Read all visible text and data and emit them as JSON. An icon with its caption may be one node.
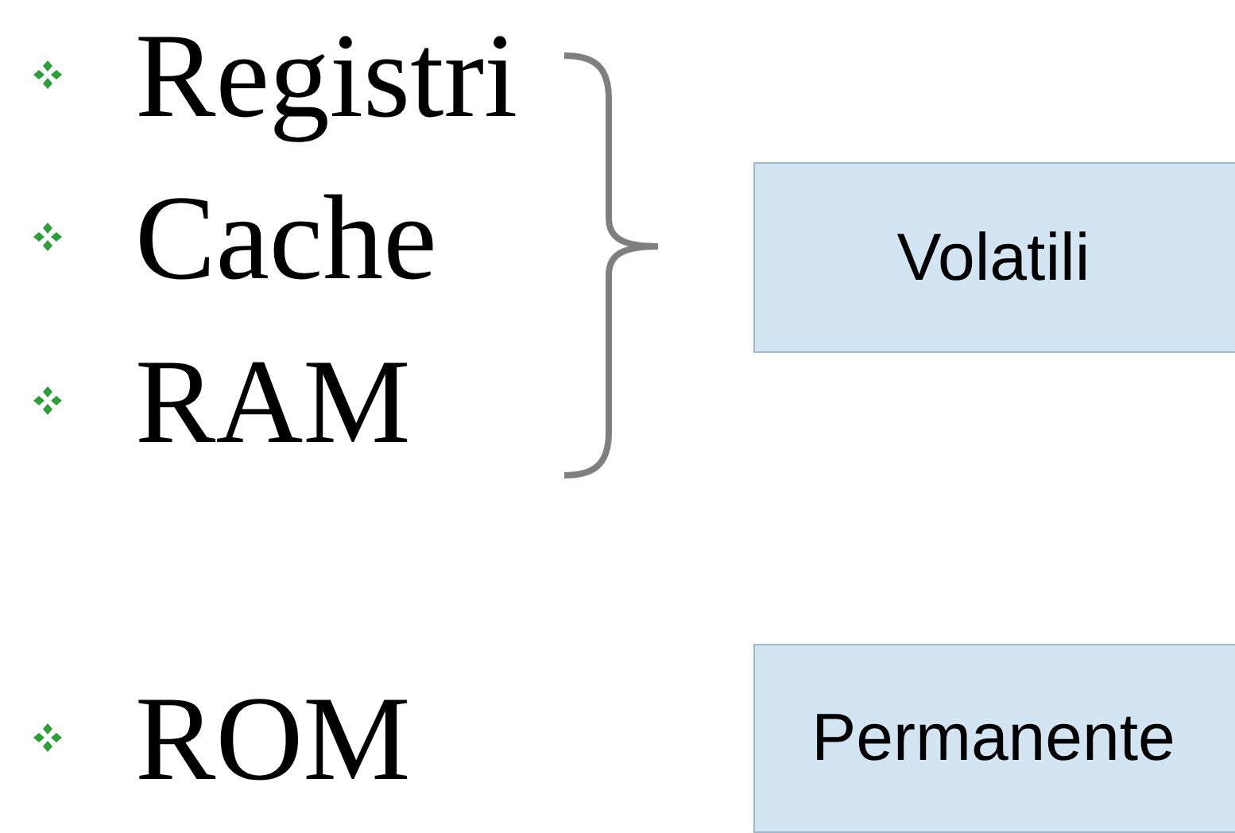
{
  "diagram": {
    "nodes": [
      {
        "text": [
          "Volatili"
        ]
      },
      {
        "text": [
          "Permanente"
        ]
      }
    ],
    "labels": [
      "Registri",
      "Cache",
      "RAM",
      "ROM"
    ]
  }
}
